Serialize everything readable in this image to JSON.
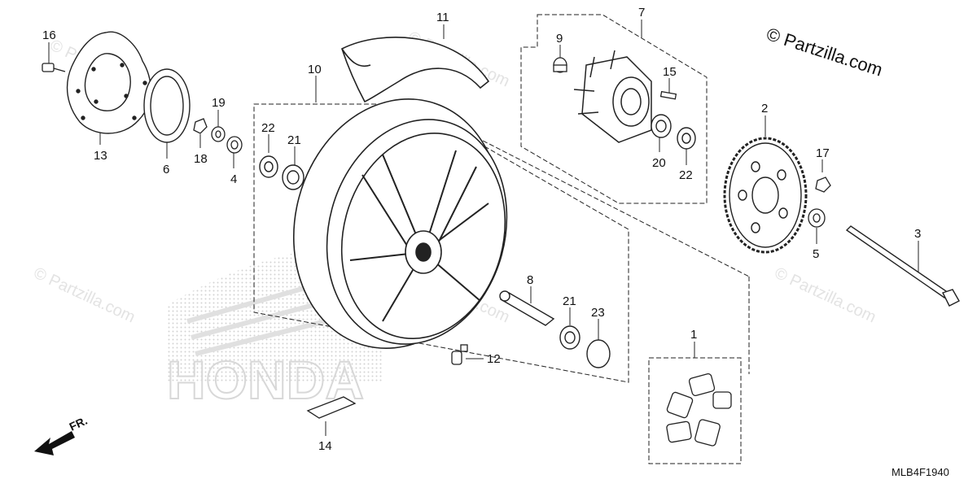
{
  "diagram": {
    "copyright": "© Partzilla.com",
    "watermark_text": "© Partzilla.com",
    "diagram_code": "MLB4F1940",
    "direction_label": "FR.",
    "background_logo": "HONDA",
    "parts": [
      {
        "id": "16",
        "label": "16"
      },
      {
        "id": "13",
        "label": "13"
      },
      {
        "id": "6",
        "label": "6"
      },
      {
        "id": "19",
        "label": "19"
      },
      {
        "id": "18",
        "label": "18"
      },
      {
        "id": "4",
        "label": "4"
      },
      {
        "id": "22a",
        "label": "22"
      },
      {
        "id": "21a",
        "label": "21"
      },
      {
        "id": "10",
        "label": "10"
      },
      {
        "id": "11",
        "label": "11"
      },
      {
        "id": "7",
        "label": "7"
      },
      {
        "id": "9",
        "label": "9"
      },
      {
        "id": "15",
        "label": "15"
      },
      {
        "id": "20",
        "label": "20"
      },
      {
        "id": "22b",
        "label": "22"
      },
      {
        "id": "2",
        "label": "2"
      },
      {
        "id": "17",
        "label": "17"
      },
      {
        "id": "5",
        "label": "5"
      },
      {
        "id": "3",
        "label": "3"
      },
      {
        "id": "8",
        "label": "8"
      },
      {
        "id": "21b",
        "label": "21"
      },
      {
        "id": "23",
        "label": "23"
      },
      {
        "id": "12",
        "label": "12"
      },
      {
        "id": "1",
        "label": "1"
      },
      {
        "id": "14",
        "label": "14"
      }
    ]
  }
}
